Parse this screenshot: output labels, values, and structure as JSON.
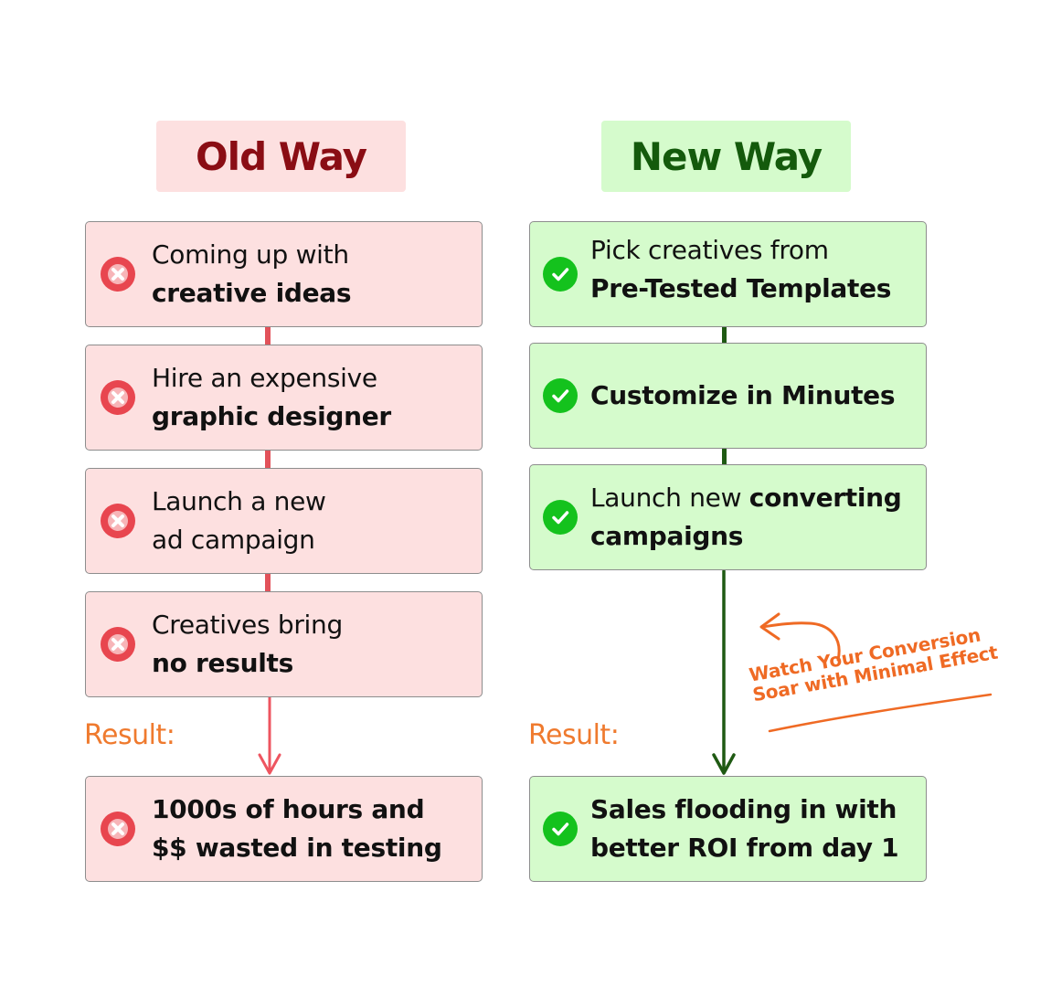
{
  "old_way": {
    "title": "Old Way",
    "steps": [
      {
        "line1": "Coming up with",
        "line2": "creative ideas"
      },
      {
        "line1": "Hire an expensive",
        "line2": "graphic designer"
      },
      {
        "line1": "Launch a new",
        "line2": "ad campaign"
      },
      {
        "line1": "Creatives bring",
        "line2": "no results"
      }
    ],
    "result_label": "Result:",
    "result": {
      "line1": "1000s of hours and",
      "line2": "$$ wasted in testing"
    }
  },
  "new_way": {
    "title": "New Way",
    "steps": [
      {
        "line1": "Pick creatives from",
        "line2": "Pre-Tested Templates"
      },
      {
        "line1": "Customize in Minutes"
      },
      {
        "line1_regular": "Launch new ",
        "line1_bold": "converting",
        "line2": "campaigns"
      }
    ],
    "result_label": "Result:",
    "result": {
      "line1": "Sales flooding in with",
      "line2": "better ROI from day 1"
    }
  },
  "callout": {
    "line1": "Watch Your Conversion",
    "line2": "Soar with Minimal Effect"
  },
  "colors": {
    "old_bg": "#fde0e0",
    "old_title": "#8a0d14",
    "old_icon": "#e8464f",
    "old_connector": "#e2525a",
    "new_bg": "#d5fbcc",
    "new_title": "#145a0c",
    "new_icon": "#14c21d",
    "new_connector": "#1f5a13",
    "accent_orange": "#ef7a2e"
  },
  "icons": {
    "old": "x-circle-icon",
    "new": "check-circle-icon"
  }
}
